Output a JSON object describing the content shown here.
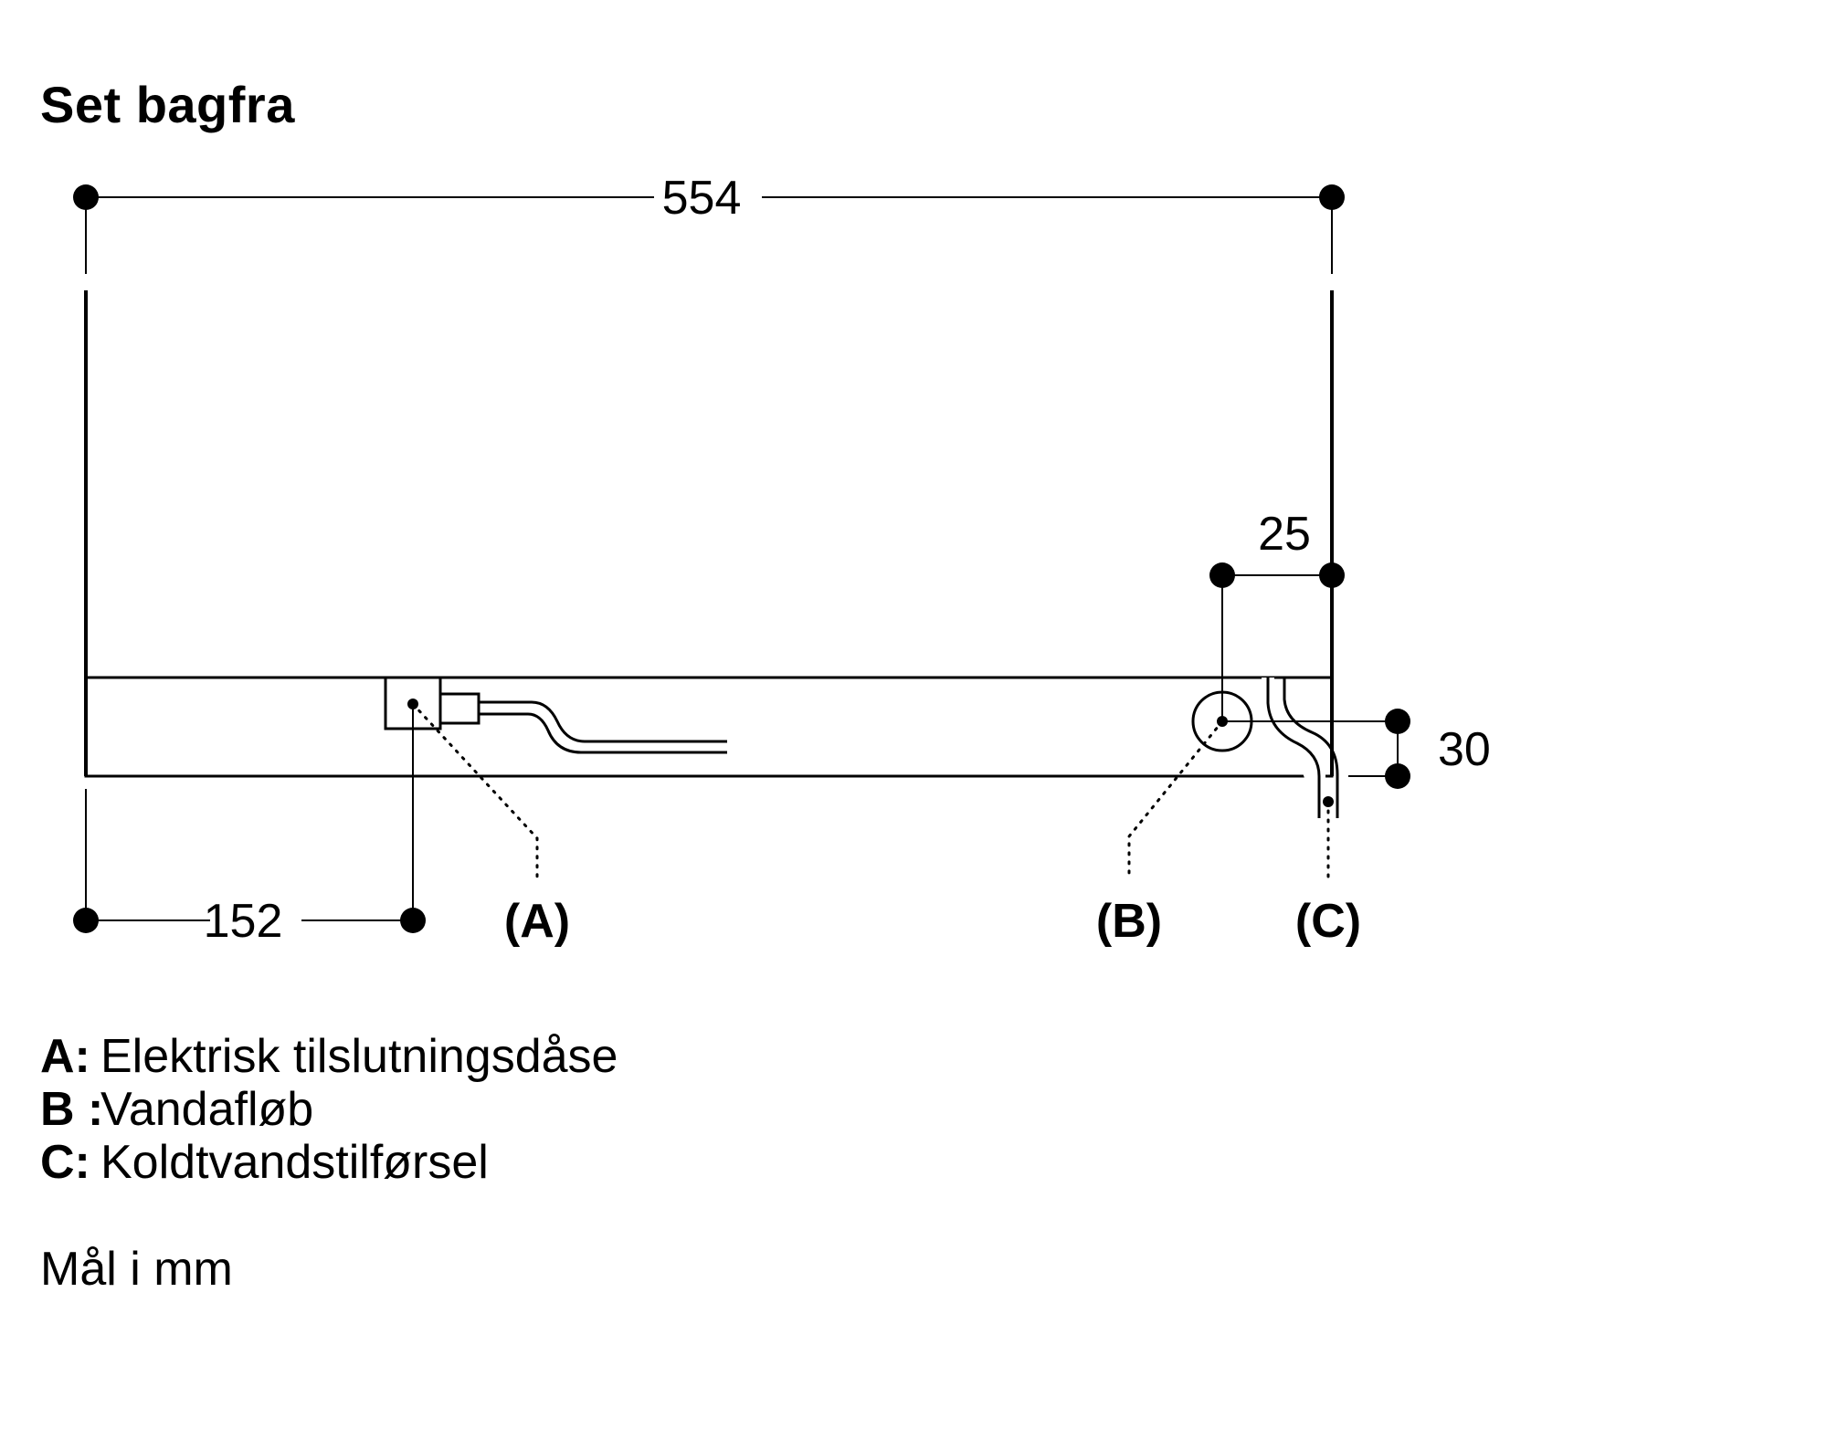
{
  "title": "Set bagfra",
  "dimensions": {
    "width_total": "554",
    "offset_left": "152",
    "offset_right": "25",
    "height_offset": "30"
  },
  "callouts": {
    "a": "(A)",
    "b": "(B)",
    "c": "(C)"
  },
  "legend": [
    {
      "key": "A:",
      "text": "Elektrisk tilslutningsdåse"
    },
    {
      "key": "B :",
      "text": "Vandafløb"
    },
    {
      "key": "C:",
      "text": "Koldtvandstilførsel"
    }
  ],
  "units_note": "Mål i mm"
}
